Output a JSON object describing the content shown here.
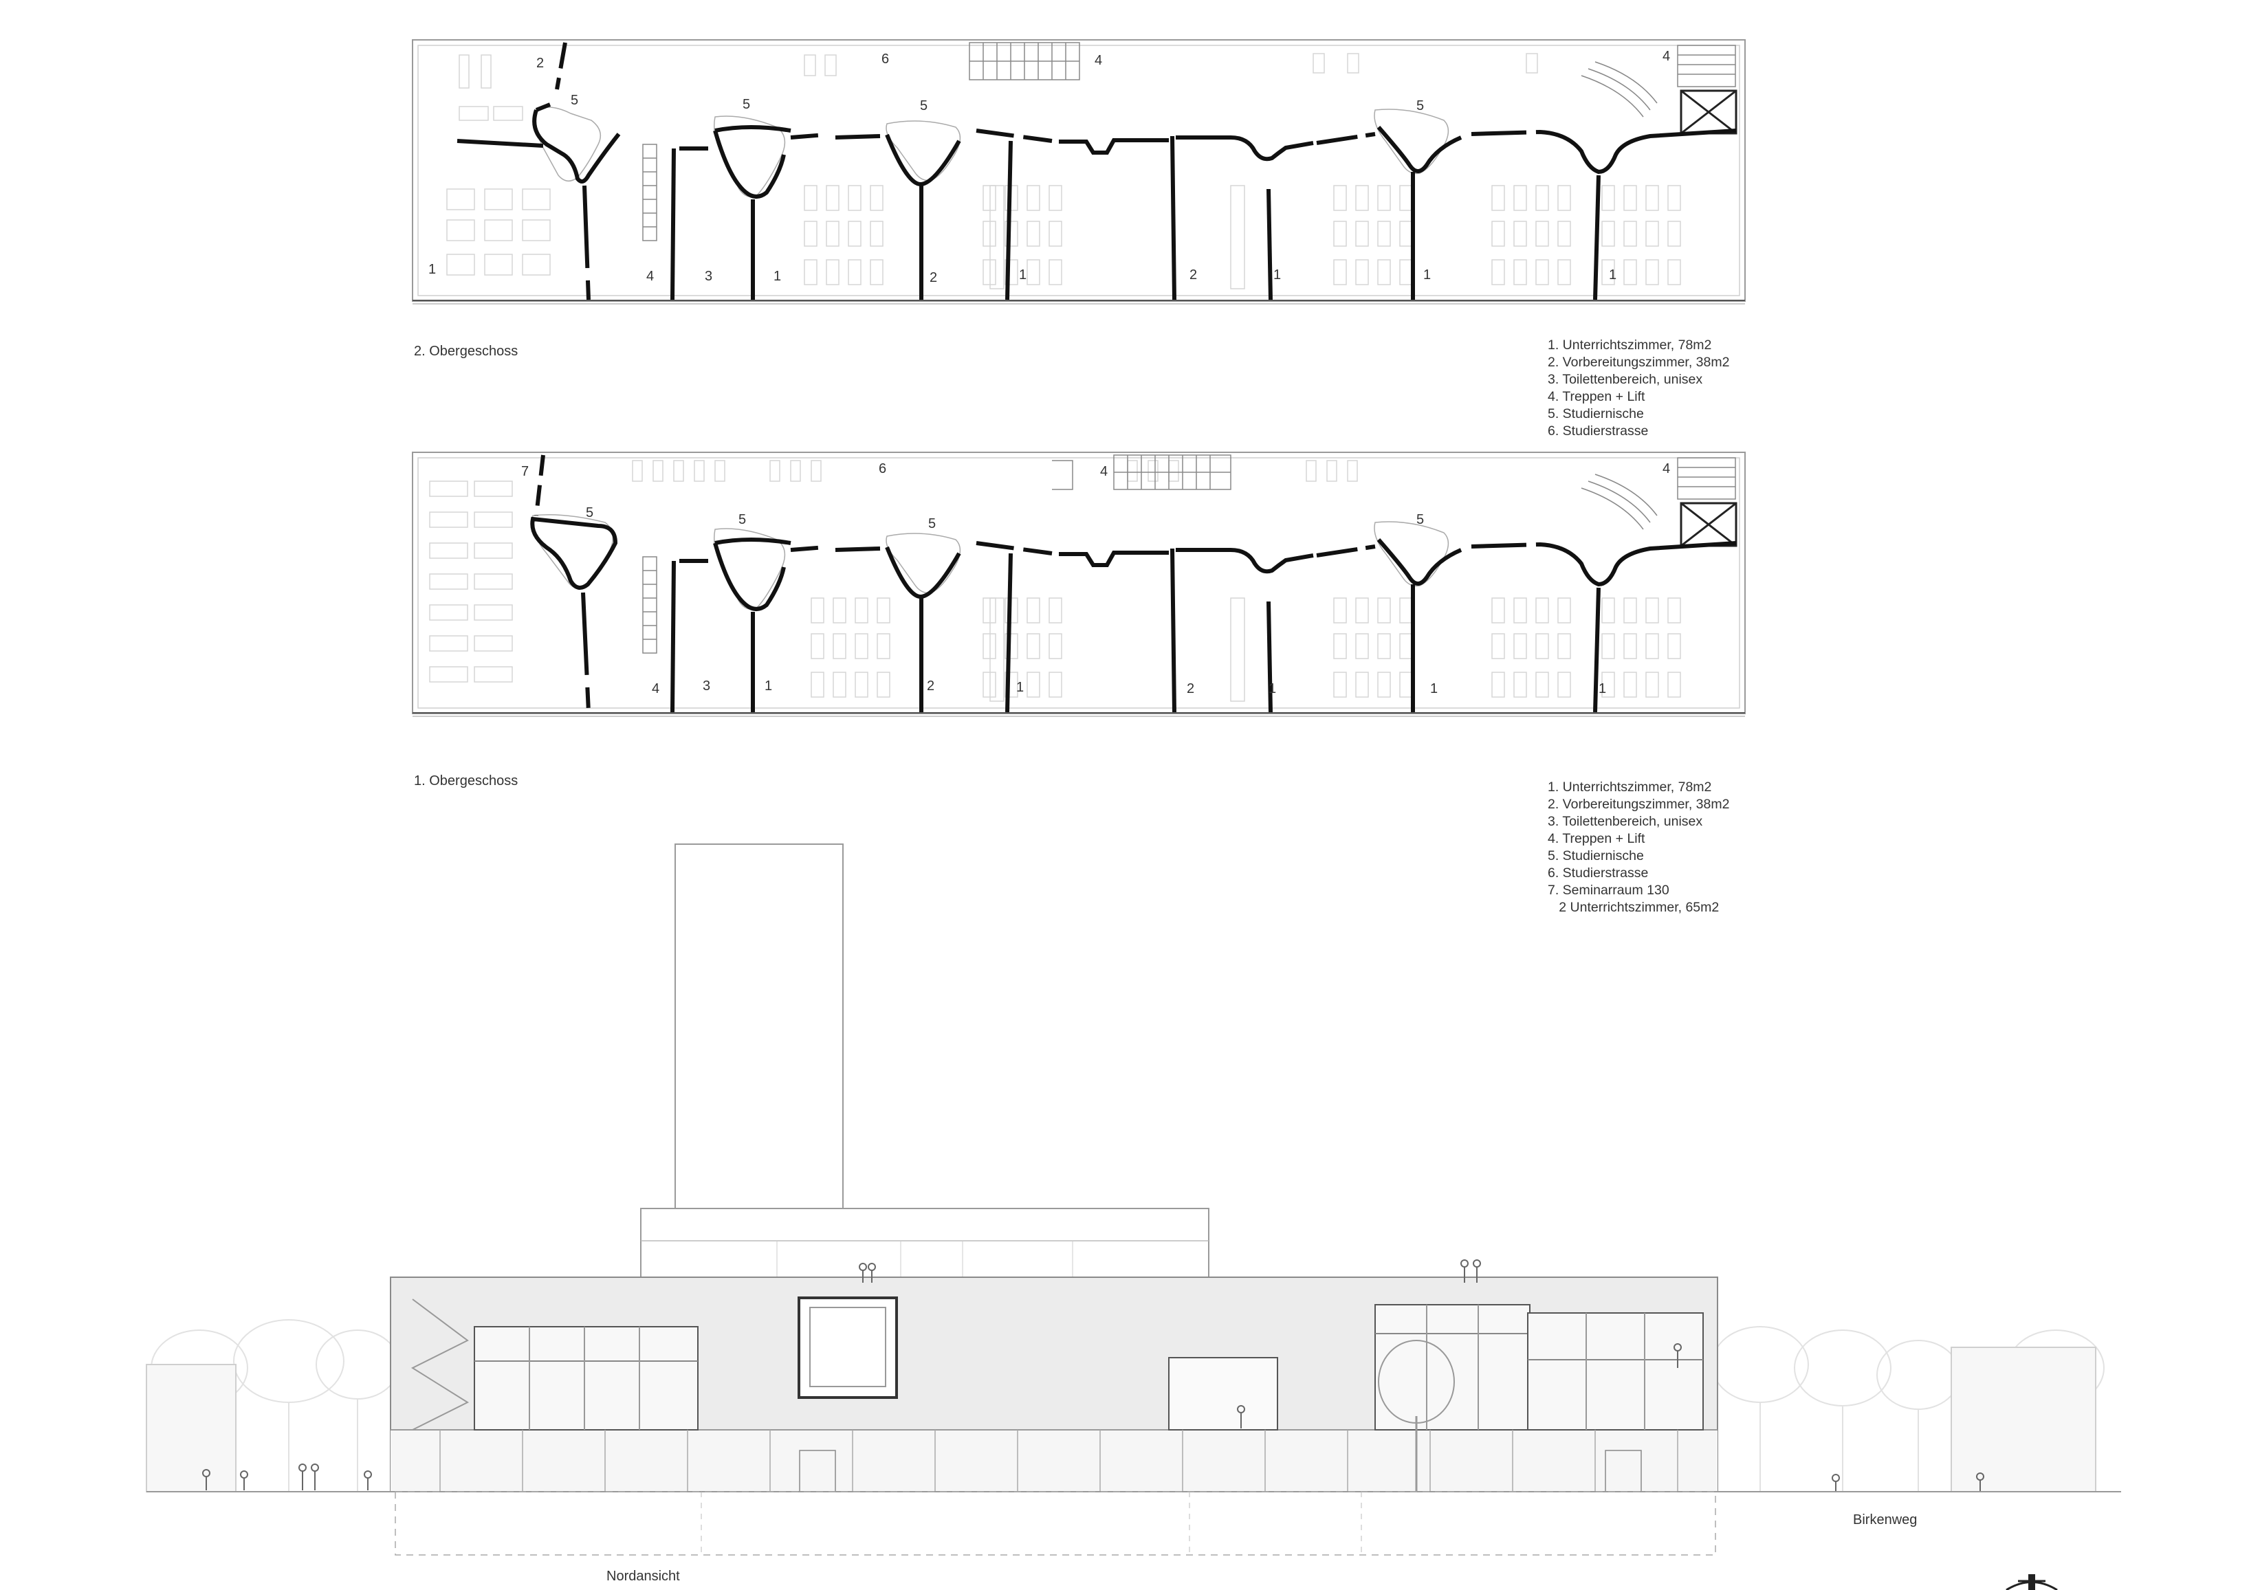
{
  "plans": [
    {
      "id": "og2",
      "caption": "2. Obergeschoss",
      "legend": [
        "1. Unterrichtszimmer, 78m2",
        "2. Vorbereitungszimmer, 38m2",
        "3. Toilettenbereich, unisex",
        "4. Treppen + Lift",
        "5. Studiernische",
        "6. Studierstrasse"
      ]
    },
    {
      "id": "og1",
      "caption": "1. Obergeschoss",
      "legend": [
        "1. Unterrichtszimmer, 78m2",
        "2. Vorbereitungszimmer, 38m2",
        "3. Toilettenbereich, unisex",
        "4. Treppen + Lift",
        "5. Studiernische",
        "6. Studierstrasse",
        "7. Seminarraum 130",
        "   2 Unterrichtszimmer, 65m2"
      ]
    }
  ],
  "room_numbers": {
    "r1": "1",
    "r2": "2",
    "r3": "3",
    "r4": "4",
    "r5": "5",
    "r6": "6",
    "r7": "7"
  },
  "elevation": {
    "caption": "Nordansicht",
    "street_label": "Birkenweg"
  },
  "north_arrow_icon": "north-arrow-icon"
}
